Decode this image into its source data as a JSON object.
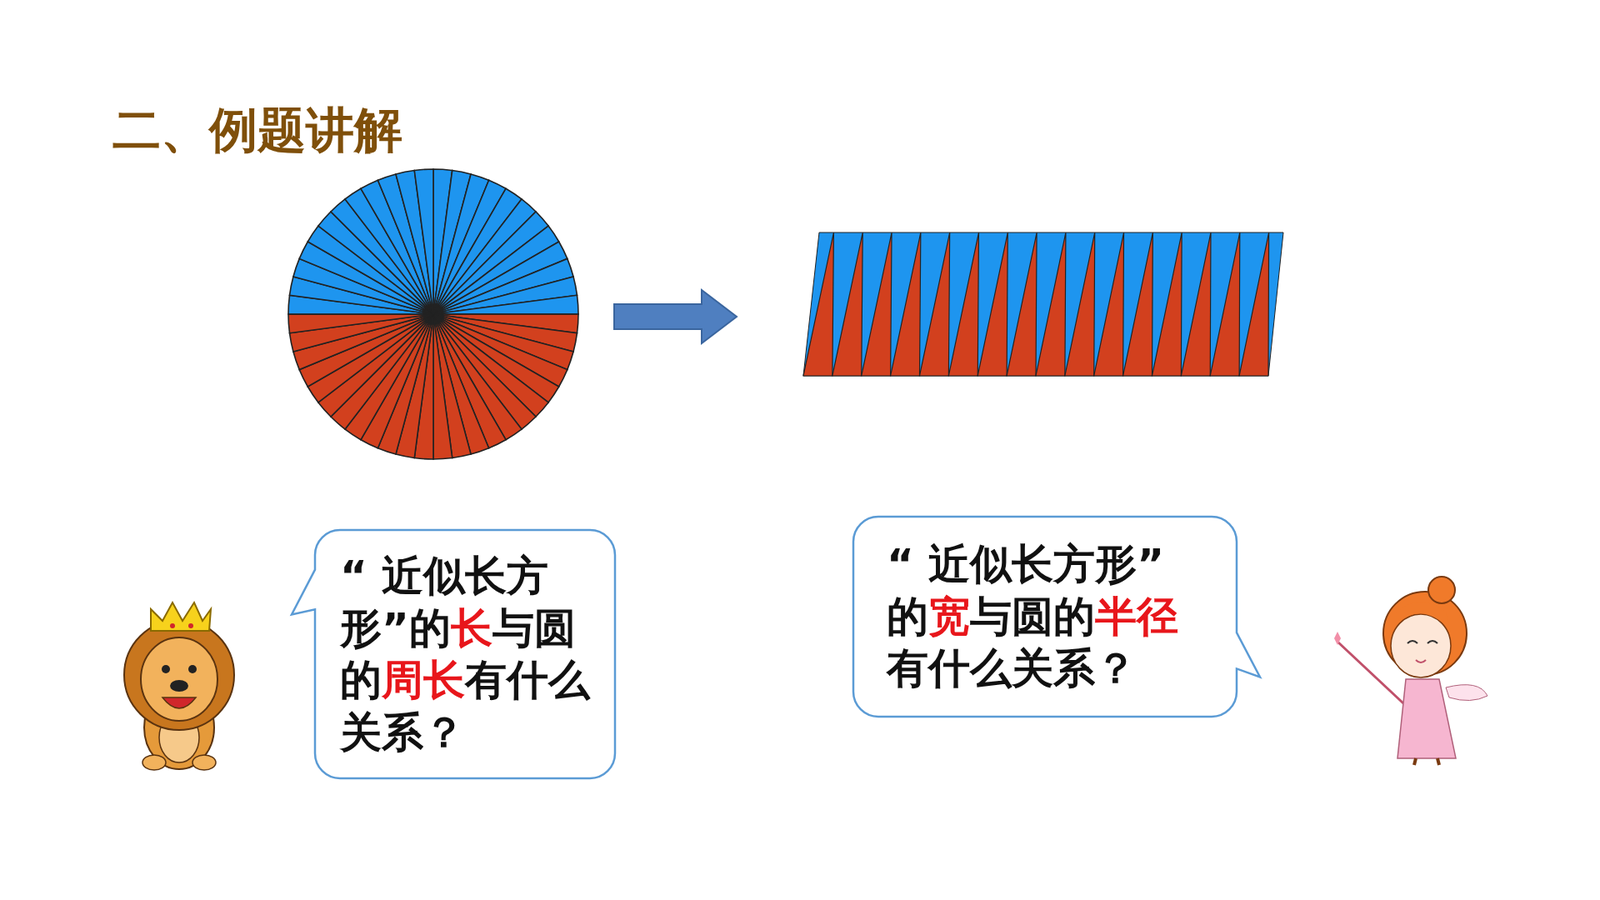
{
  "diagram": {
    "title": "二、例题讲解",
    "nodes": [
      {
        "text": [
          "“ 近似长方形”的",
          "长",
          "与圆的",
          "周长",
          "有什么关系？"
        ]
      },
      {
        "text": [
          "“ 近似长方形”的",
          "宽",
          "与圆的",
          "半径",
          "有什么关系？"
        ]
      }
    ]
  }
}
